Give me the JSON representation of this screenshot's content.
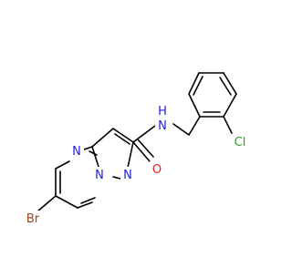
{
  "molecule": {
    "atoms": [
      {
        "id": "N_pyrimidine",
        "label": "N",
        "color": "#2020e0"
      },
      {
        "id": "N_bridge",
        "label": "N",
        "color": "#2020e0"
      },
      {
        "id": "N_pyrazole",
        "label": "N",
        "color": "#2020e0"
      },
      {
        "id": "NH_amide",
        "label": "N",
        "color": "#2020e0"
      },
      {
        "id": "H_amide",
        "label": "H",
        "color": "#2020e0"
      },
      {
        "id": "O_carbonyl",
        "label": "O",
        "color": "#e02020"
      },
      {
        "id": "Br",
        "label": "Br",
        "color": "#a0421a"
      },
      {
        "id": "Cl",
        "label": "Cl",
        "color": "#2a9d2a"
      }
    ]
  }
}
